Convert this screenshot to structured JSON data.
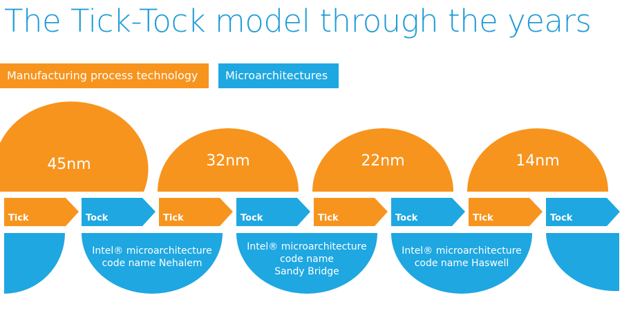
{
  "title": "The Tick-Tock model through the years",
  "legend": {
    "manufacturing": "Manufacturing process technology",
    "microarchitectures": "Microarchitectures"
  },
  "colors": {
    "title": "#1e9bd7",
    "orange": "#f7941e",
    "blue": "#1ea7e1",
    "background": "#ffffff"
  },
  "process_nodes": [
    "45nm",
    "32nm",
    "22nm",
    "14nm"
  ],
  "arrows": [
    "Tick",
    "Tock",
    "Tick",
    "Tock",
    "Tick",
    "Tock",
    "Tick",
    "Tock"
  ],
  "microarchitectures": [
    {
      "lines": [
        "Intel® microarchitecture",
        "code name Nehalem"
      ]
    },
    {
      "lines": [
        "Intel® microarchitecture",
        "code name",
        "Sandy Bridge"
      ]
    },
    {
      "lines": [
        "Intel® microarchitecture",
        "code name Haswell"
      ]
    }
  ]
}
